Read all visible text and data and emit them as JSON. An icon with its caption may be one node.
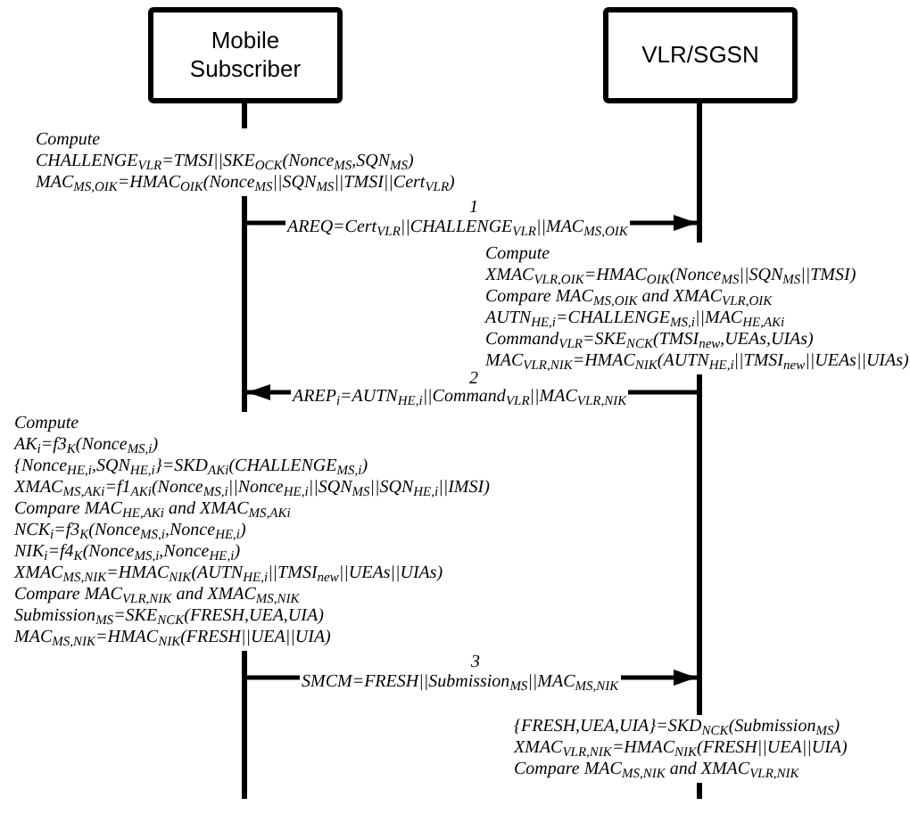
{
  "diagram": {
    "nodes": [
      {
        "text": [
          "Mobile Subscriber"
        ]
      },
      {
        "text": [
          "VLR/SGSN"
        ]
      },
      {
        "text": [],
        "shape": "bar"
      },
      {
        "text": [],
        "shape": "bar"
      }
    ],
    "edges": [
      {
        "from": 2,
        "to": 3,
        "arrow": "to",
        "label": "AREQ=Cert$_{VLR}$||CHALLENGE$_{VLR}$||MAC$_{MS,OIK}$"
      },
      {
        "from": 3,
        "to": 2,
        "arrow": "to",
        "label": "AREP$_{i}$=AUTN$_{HE,i}$||Command$_{VLR}$||MAC$_{VLR,NIK}$"
      },
      {
        "from": 2,
        "to": 3,
        "arrow": "to",
        "label": "SMCM=FRESH||Submission$_{MS}$||MAC$_{MS,NIK}$"
      }
    ],
    "labels": [
      "Compute",
      "CHALLENGE$_{VLR}$=TMSI||SKE$_{OCK}$(Nonce$_{MS}$,SQN$_{MS}$)",
      "MAC$_{MS,OIK}$=HMAC$_{OIK}$(Nonce$_{MS}$||SQN$_{MS}$||TMSI||Cert$_{VLR}$)",
      "1",
      "Compute",
      "XMAC$_{VLR,OIK}$=HMAC$_{OIK}$(Nonce$_{MS}$||SQN$_{MS}$||TMSI)",
      "Compare MAC$_{MS,OIK}$ and XMAC$_{VLR,OIK}$",
      "AUTN$_{HE,i}$=CHALLENGE$_{MS,i}$||MAC$_{HE,AKi}$",
      "Command$_{VLR}$=SKE$_{NCK}$(TMSI$_{new}$,UEAs,UIAs)",
      "MAC$_{VLR,NIK}$=HMAC$_{NIK}$(AUTN$_{HE,i}$||TMSI$_{new}$||UEAs||UIAs)",
      "2",
      "Compute",
      "AK$_{i}$=f3$_{K}$(Nonce$_{MS,i}$)",
      "{Nonce$_{HE,i}$,SQN$_{HE,i}$}=SKD$_{AKi}$(CHALLENGE$_{MS,i}$)",
      "XMAC$_{MS,AKi}$=f1$_{AKi}$(Nonce$_{MS,i}$||Nonce$_{HE,i}$||SQN$_{MS}$||SQN$_{HE,i}$||IMSI)",
      "Compare MAC$_{HE,AKi}$ and XMAC$_{MS,AKi}$",
      "NCK$_{i}$=f3$_{K}$(Nonce$_{MS,i}$,Nonce$_{HE,i}$)",
      "NIK$_{i}$=f4$_{K}$(Nonce$_{MS,i}$,Nonce$_{HE,i}$)",
      "XMAC$_{MS,NIK}$=HMAC$_{NIK}$(AUTN$_{HE,i}$||TMSI$_{new}$||UEAs||UIAs)",
      "Compare MAC$_{VLR,NIK}$ and XMAC$_{MS,NIK}$",
      "Submission$_{MS}$=SKE$_{NCK}$(FRESH,UEA,UIA)",
      "MAC$_{MS,NIK}$=HMAC$_{NIK}$(FRESH||UEA||UIA)",
      "3",
      "{FRESH,UEA,UIA}=SKD$_{NCK}$(Submission$_{MS}$)",
      "XMAC$_{VLR,NIK}$=HMAC$_{NIK}$(FRESH||UEA||UIA)",
      "Compare MAC$_{MS,NIK}$ and XMAC$_{VLR,NIK}$"
    ]
  }
}
